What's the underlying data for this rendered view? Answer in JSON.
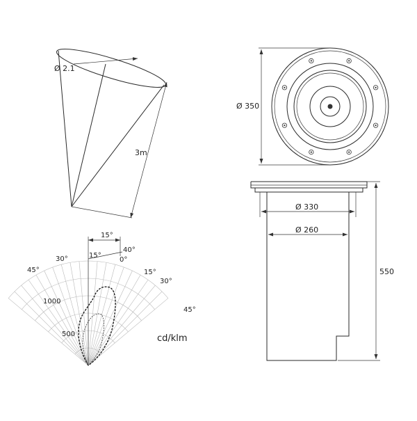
{
  "beam": {
    "diameter_label": "Ø 2.1",
    "distance_label": "3m"
  },
  "top_view": {
    "diameter_label": "Ø 350"
  },
  "side_view": {
    "outer_diameter_label": "Ø 330",
    "inner_diameter_label": "Ø 260",
    "height_label": "550"
  },
  "polar": {
    "unit_label": "cd/klm",
    "angle_labels": {
      "a15_top": "15°",
      "a40": "40°",
      "a15_inner": "15°",
      "a0": "0°",
      "a30_left": "30°",
      "a45_left": "45°",
      "a15_right": "15°",
      "a30_right": "30°",
      "a45_right": "45°"
    },
    "radial_labels": {
      "r1000": "1000",
      "r500": "500"
    }
  }
}
